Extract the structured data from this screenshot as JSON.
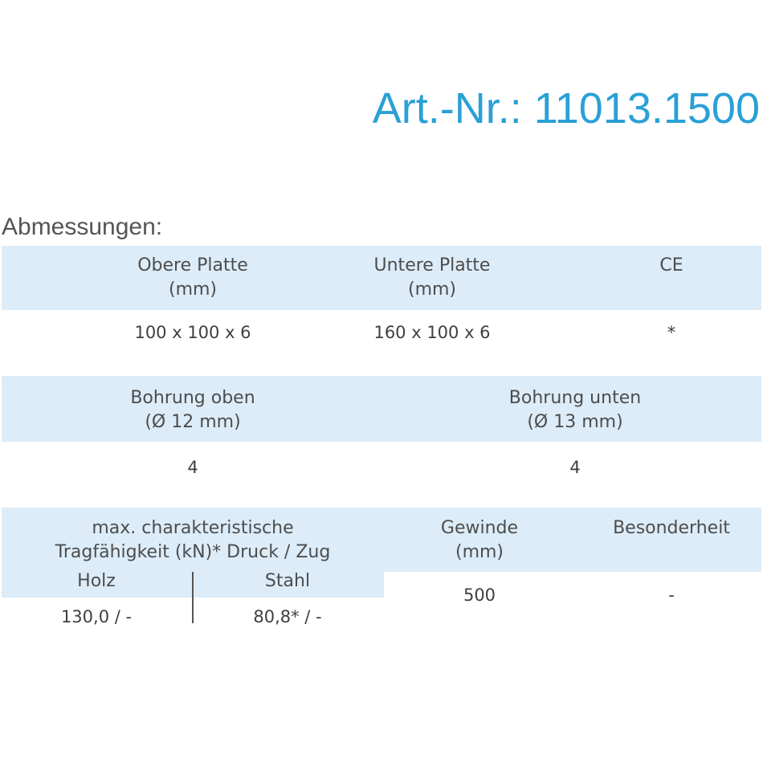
{
  "article": {
    "title": "Art.-Nr.: 11013.1500"
  },
  "dimensions": {
    "label": "Abmessungen:",
    "table1": {
      "headers": [
        {
          "line1": "Obere Platte",
          "line2": "(mm)"
        },
        {
          "line1": "Untere Platte",
          "line2": "(mm)"
        },
        {
          "line1": "CE",
          "line2": ""
        }
      ],
      "values": [
        "100 x 100 x 6",
        "160 x 100 x 6",
        "*"
      ]
    },
    "table2": {
      "headers": [
        {
          "line1": "Bohrung oben",
          "line2": "(Ø 12 mm)"
        },
        {
          "line1": "Bohrung unten",
          "line2": "(Ø 13 mm)"
        }
      ],
      "values": [
        "4",
        "4"
      ]
    },
    "table3": {
      "load_header": {
        "line1": "max. charakteristische",
        "line2": "Tragfähigkeit (kN)* Druck / Zug"
      },
      "sub_headers": [
        "Holz",
        "Stahl"
      ],
      "load_values": [
        "130,0 / -",
        "80,8* / -"
      ],
      "gewinde": {
        "line1": "Gewinde",
        "line2": "(mm)",
        "value": "500"
      },
      "besonderheit": {
        "label": "Besonderheit",
        "value": "-"
      }
    }
  }
}
